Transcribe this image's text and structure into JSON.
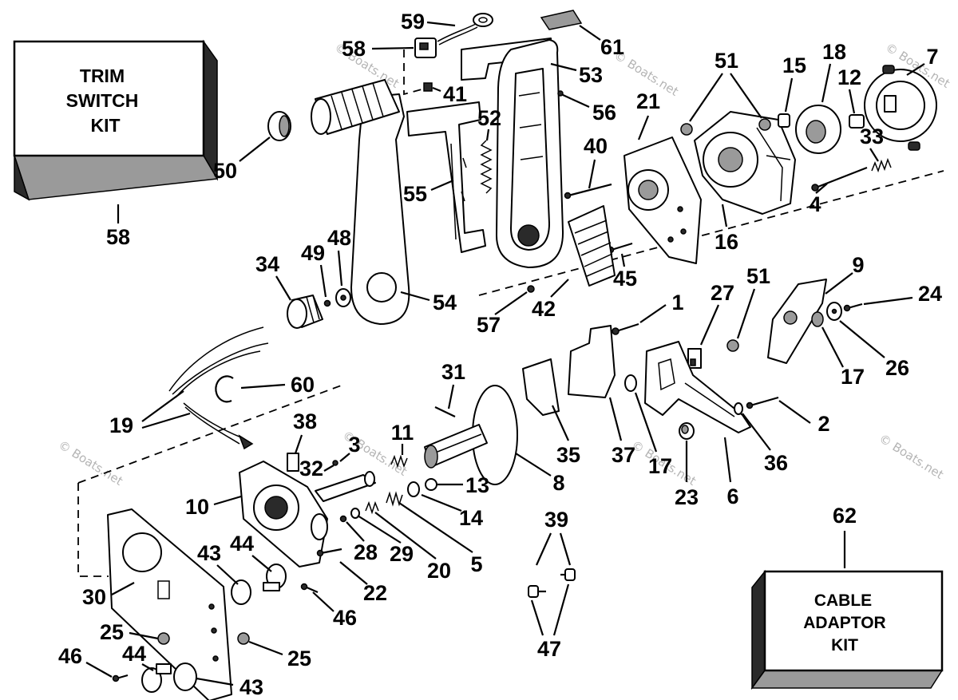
{
  "watermark": "© Boats.net",
  "kits": {
    "trim_switch": {
      "line1": "TRIM",
      "line2": "SWITCH",
      "line3": "KIT"
    },
    "cable_adaptor": {
      "line1": "CABLE",
      "line2": "ADAPTOR",
      "line3": "KIT"
    }
  },
  "callouts": [
    "59",
    "58",
    "61",
    "53",
    "41",
    "56",
    "52",
    "21",
    "51",
    "15",
    "18",
    "12",
    "7",
    "33",
    "40",
    "50",
    "55",
    "4",
    "16",
    "58",
    "34",
    "49",
    "48",
    "45",
    "42",
    "57",
    "54",
    "9",
    "51",
    "27",
    "24",
    "1",
    "17",
    "26",
    "60",
    "31",
    "19",
    "38",
    "11",
    "3",
    "32",
    "2",
    "36",
    "35",
    "37",
    "17",
    "13",
    "8",
    "23",
    "6",
    "10",
    "14",
    "62",
    "39",
    "43",
    "44",
    "28",
    "29",
    "20",
    "5",
    "22",
    "30",
    "46",
    "25",
    "25",
    "44",
    "46",
    "47",
    "43"
  ]
}
